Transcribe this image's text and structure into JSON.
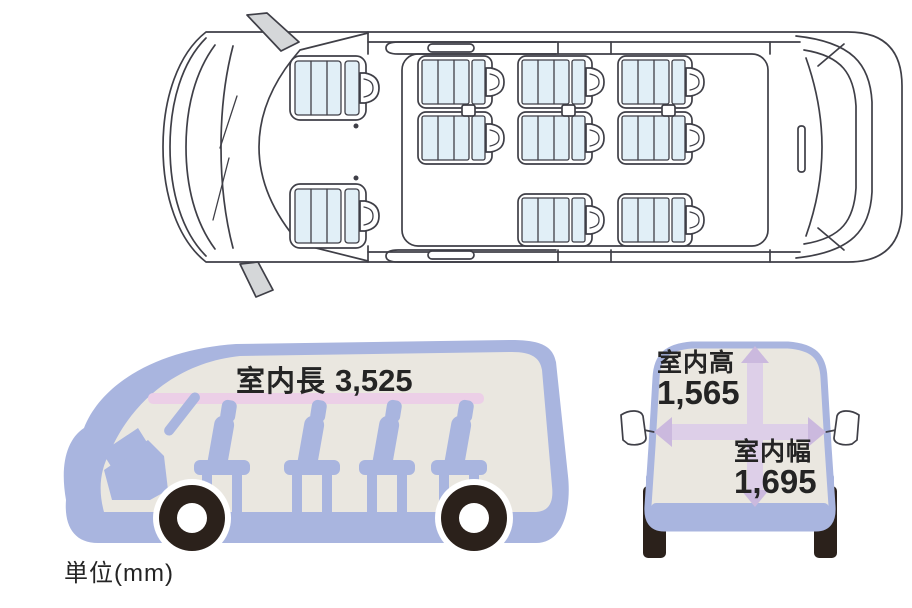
{
  "unit_note": "単位(mm)",
  "dimensions": {
    "length": {
      "label": "室内長",
      "value": "3,525"
    },
    "height": {
      "label": "室内高",
      "value": "1,565"
    },
    "width": {
      "label": "室内幅",
      "value": "1,695"
    }
  },
  "vehicle": {
    "seats_visible_in_top_view": 10
  },
  "colors": {
    "outline": "#3f3f47",
    "seat_fill": "#e1eff7",
    "body_blue": "#a9b5df",
    "interior_beige": "#eae7e0",
    "length_bar_pink": "#eccfe7",
    "height_width_bar_lavender": "#ddcfe8",
    "arrow_lavender": "#cbb9de",
    "wheel_dark": "#2b211b",
    "mirror_gray": "#d5d7d9",
    "text": "#242424"
  }
}
